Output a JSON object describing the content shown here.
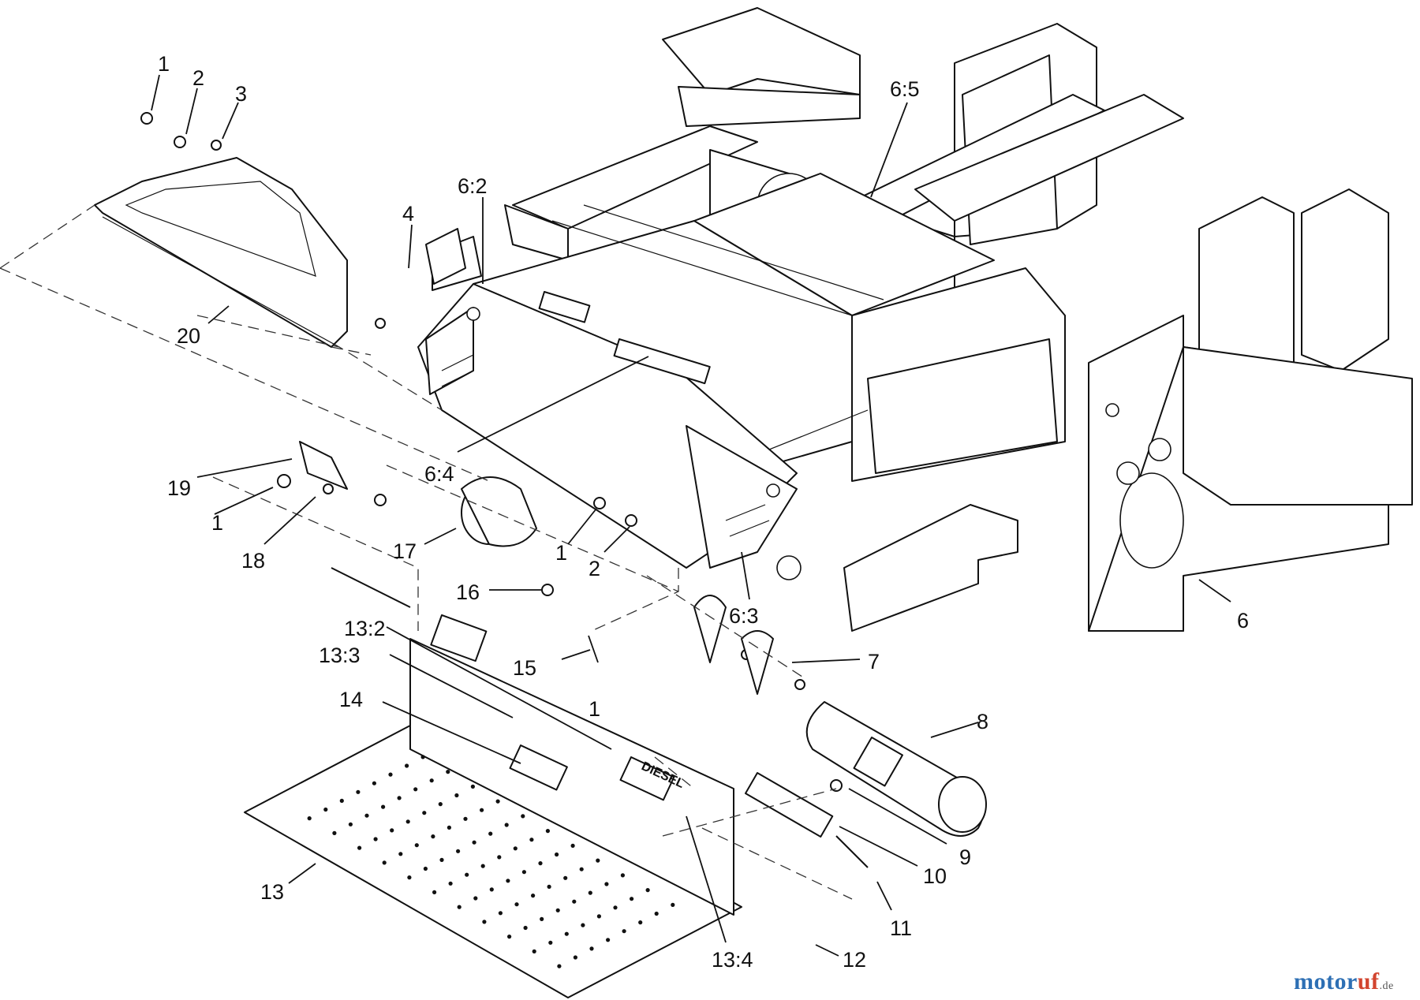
{
  "diagram": {
    "callouts": [
      "1",
      "2",
      "3",
      "4",
      "6:2",
      "6:5",
      "20",
      "19",
      "1",
      "18",
      "6:4",
      "17",
      "1",
      "2",
      "16",
      "6:3",
      "6",
      "13:2",
      "13:3",
      "15",
      "1",
      "7",
      "14",
      "8",
      "9",
      "10",
      "13",
      "11",
      "13:4",
      "12"
    ],
    "brand": {
      "part1": "motor",
      "part2": "uf",
      "suffix": ".de"
    },
    "decal_text": "DIESEL"
  }
}
